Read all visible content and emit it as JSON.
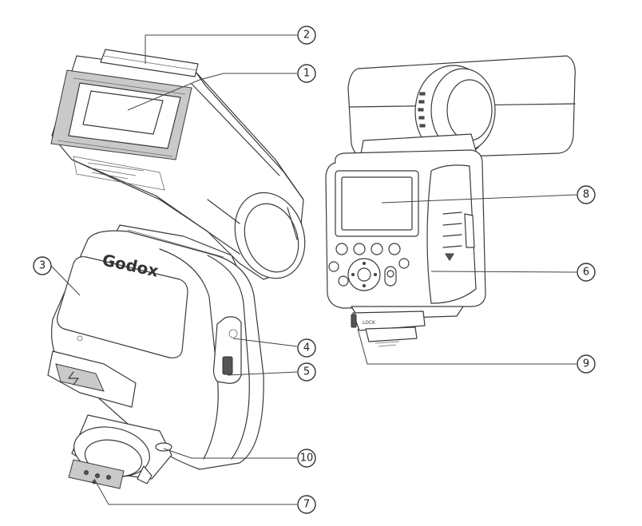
{
  "brand": "Godox",
  "lock_label": "LOCK",
  "callouts": [
    {
      "id": "1",
      "label": "1"
    },
    {
      "id": "2",
      "label": "2"
    },
    {
      "id": "3",
      "label": "3"
    },
    {
      "id": "4",
      "label": "4"
    },
    {
      "id": "5",
      "label": "5"
    },
    {
      "id": "6",
      "label": "6"
    },
    {
      "id": "7",
      "label": "7"
    },
    {
      "id": "8",
      "label": "8"
    },
    {
      "id": "9",
      "label": "9"
    },
    {
      "id": "10",
      "label": "10"
    }
  ]
}
